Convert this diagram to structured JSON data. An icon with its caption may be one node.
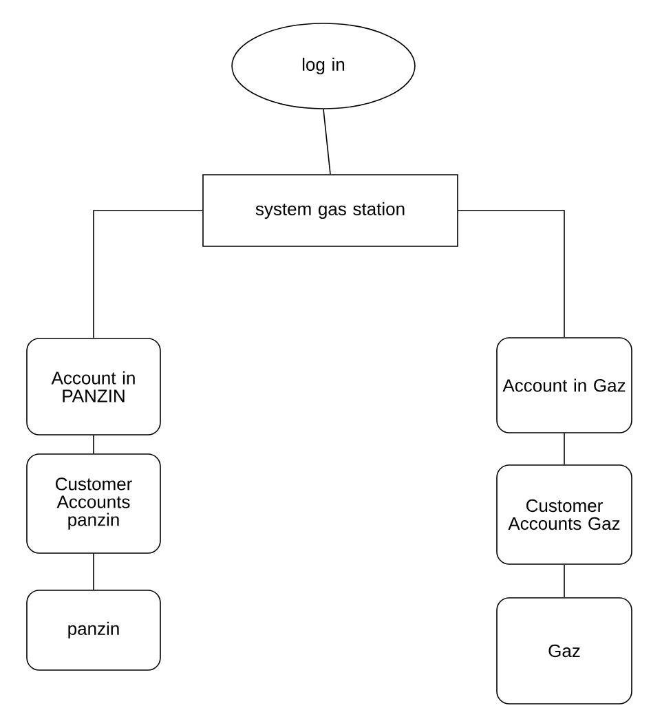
{
  "diagram": {
    "nodes": [
      {
        "text": [
          "log in"
        ]
      },
      {
        "text": [
          "system gas station"
        ]
      },
      {
        "text": [
          "Account in PANZIN"
        ]
      },
      {
        "text": [
          "Customer Accounts panzin"
        ]
      },
      {
        "text": [
          "panzin"
        ]
      },
      {
        "text": [
          "Account in Gaz"
        ]
      },
      {
        "text": [
          "Customer Accounts Gaz"
        ]
      },
      {
        "text": [
          "Gaz"
        ]
      }
    ],
    "edges": [
      {
        "from": 0,
        "to": 1,
        "arrow": "none"
      },
      {
        "from": 1,
        "to": 2,
        "arrow": "none"
      },
      {
        "from": 1,
        "to": 5,
        "arrow": "none"
      },
      {
        "from": 2,
        "to": 3,
        "arrow": "none"
      },
      {
        "from": 3,
        "to": 4,
        "arrow": "none"
      },
      {
        "from": 5,
        "to": 6,
        "arrow": "none"
      },
      {
        "from": 6,
        "to": 7,
        "arrow": "none"
      }
    ]
  }
}
